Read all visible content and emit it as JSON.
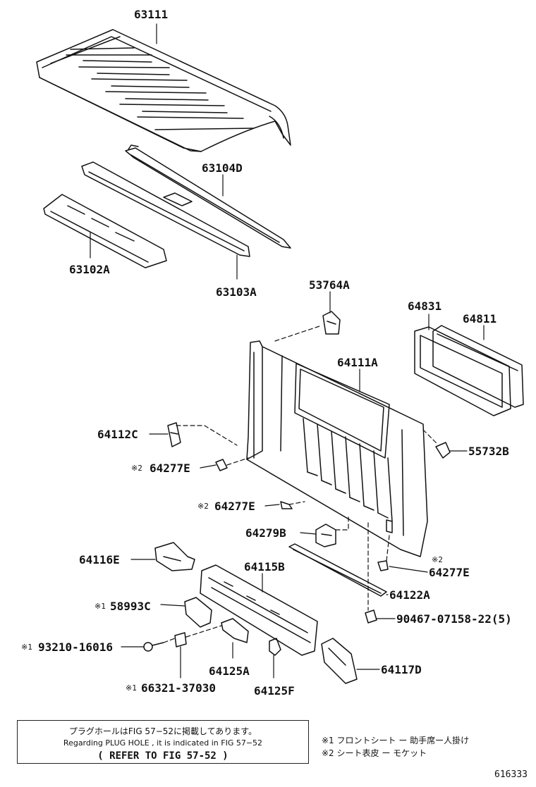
{
  "parts": {
    "p63111": "63111",
    "p63104D": "63104D",
    "p63102A": "63102A",
    "p63103A": "63103A",
    "p53764A": "53764A",
    "p64831": "64831",
    "p64811": "64811",
    "p64111A": "64111A",
    "p64112C": "64112C",
    "p55732B": "55732B",
    "p64277E_1": "64277E",
    "p64277E_2": "64277E",
    "p64277E_3": "64277E",
    "p64279B": "64279B",
    "p64116E": "64116E",
    "p64115B": "64115B",
    "p64122A": "64122A",
    "p58993C": "58993C",
    "p90467": "90467-07158-22(5)",
    "p93210": "93210-16016",
    "p64125A": "64125A",
    "p64125F": "64125F",
    "p64117D": "64117D",
    "p66321": "66321-37030"
  },
  "marks": {
    "m1a": "※1",
    "m1b": "※1",
    "m1c": "※1",
    "m2a": "※2",
    "m2b": "※2",
    "m2c": "※2"
  },
  "note": {
    "japanese": "プラグホールはFIG 57−52に掲載してあります。",
    "english": "Regarding  PLUG  HOLE , it is indicated in FIG  57−52",
    "reference": "( REFER TO FIG 57-52 )"
  },
  "legend": {
    "line1": "※1 フロントシート ー 助手席ー人掛け",
    "line2": "※2 シート表皮 ー モケット"
  },
  "figure_number": "616333"
}
